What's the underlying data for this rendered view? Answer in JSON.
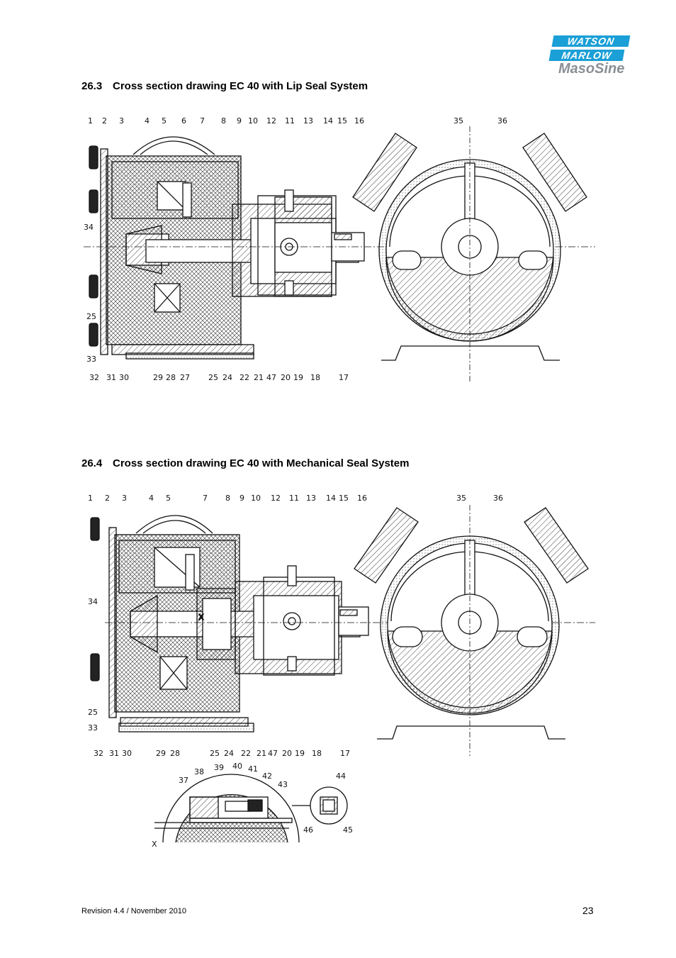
{
  "logo": {
    "line1": "WATSON",
    "line2": "MARLOW",
    "line3": "MasoSine"
  },
  "section1": {
    "number": "26.3",
    "title": "Cross section drawing EC 40 with Lip Seal System"
  },
  "section2": {
    "number": "26.4",
    "title": "Cross section drawing EC 40 with Mechanical Seal System"
  },
  "drawing1": {
    "top_labels": [
      "1",
      "2",
      "3",
      "4",
      "5",
      "6",
      "7",
      "8",
      "9",
      "10",
      "12",
      "11",
      "13",
      "14",
      "15",
      "16",
      "35",
      "36"
    ],
    "side_labels": [
      "34",
      "25",
      "33"
    ],
    "bottom_labels": [
      "32",
      "31",
      "30",
      "29",
      "28",
      "27",
      "25",
      "24",
      "22",
      "21",
      "47",
      "20",
      "19",
      "18",
      "17"
    ]
  },
  "drawing2": {
    "top_labels": [
      "1",
      "2",
      "3",
      "4",
      "5",
      "7",
      "8",
      "9",
      "10",
      "12",
      "11",
      "13",
      "14",
      "15",
      "16",
      "35",
      "36"
    ],
    "side_labels": [
      "34",
      "25",
      "33"
    ],
    "section_mark": "X",
    "bottom_labels": [
      "32",
      "31",
      "30",
      "29",
      "28",
      "25",
      "24",
      "22",
      "21",
      "47",
      "20",
      "19",
      "18",
      "17"
    ]
  },
  "detail": {
    "labels": [
      "37",
      "38",
      "39",
      "40",
      "41",
      "42",
      "43",
      "44",
      "46",
      "45"
    ],
    "section_mark": "X"
  },
  "footer": {
    "revision": "Revision 4.4 / November 2010",
    "page": "23"
  },
  "colors": {
    "logo_blue": "#1a9fd6",
    "logo_grey": "#8a8f95"
  }
}
